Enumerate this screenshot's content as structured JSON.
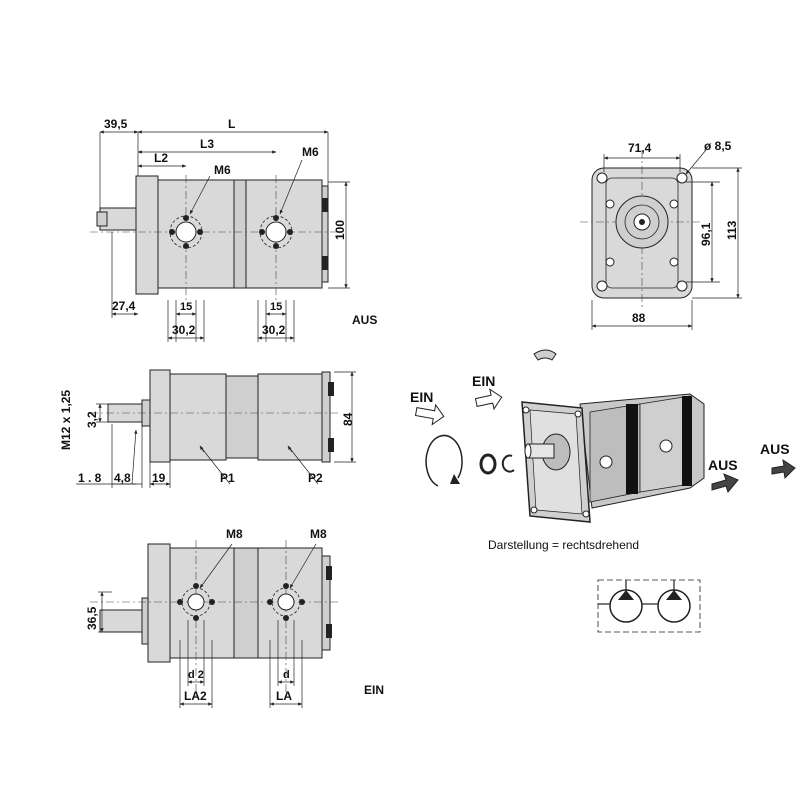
{
  "top_view": {
    "dim_39_5": "39,5",
    "dim_L": "L",
    "dim_L3": "L3",
    "dim_L2": "L2",
    "dim_M6_a": "M6",
    "dim_M6_b": "M6",
    "dim_100": "100",
    "dim_27_4": "27,4",
    "dim_15_a": "15",
    "dim_15_b": "15",
    "dim_30_2_a": "30,2",
    "dim_30_2_b": "30,2",
    "label_aus": "AUS"
  },
  "front_view": {
    "dim_71_4": "71,4",
    "dim_dia_8_5": "ø 8,5",
    "dim_96_1": "96,1",
    "dim_113": "113",
    "dim_88": "88"
  },
  "side_view": {
    "dim_m12": "M12 x 1,25",
    "dim_3_2": "3,2",
    "dim_84": "84",
    "dim_1_8": "1 . 8",
    "dim_4_8": "4,8",
    "dim_19": "19",
    "label_p1": "P1",
    "label_p2": "P2"
  },
  "bottom_view": {
    "dim_M8_a": "M8",
    "dim_M8_b": "M8",
    "dim_36_5": "36,5",
    "dim_d2": "d 2",
    "dim_d": "d",
    "dim_LA2": "LA2",
    "dim_LA": "LA",
    "label_ein": "EIN"
  },
  "iso_view": {
    "label_ein_1": "EIN",
    "label_ein_2": "EIN",
    "label_aus_1": "AUS",
    "label_aus_2": "AUS",
    "caption": "Darstellung = rechtsdrehend"
  },
  "colors": {
    "body": "#d9d9d9",
    "line": "#222222",
    "arrow_fill": "#ffffff"
  }
}
